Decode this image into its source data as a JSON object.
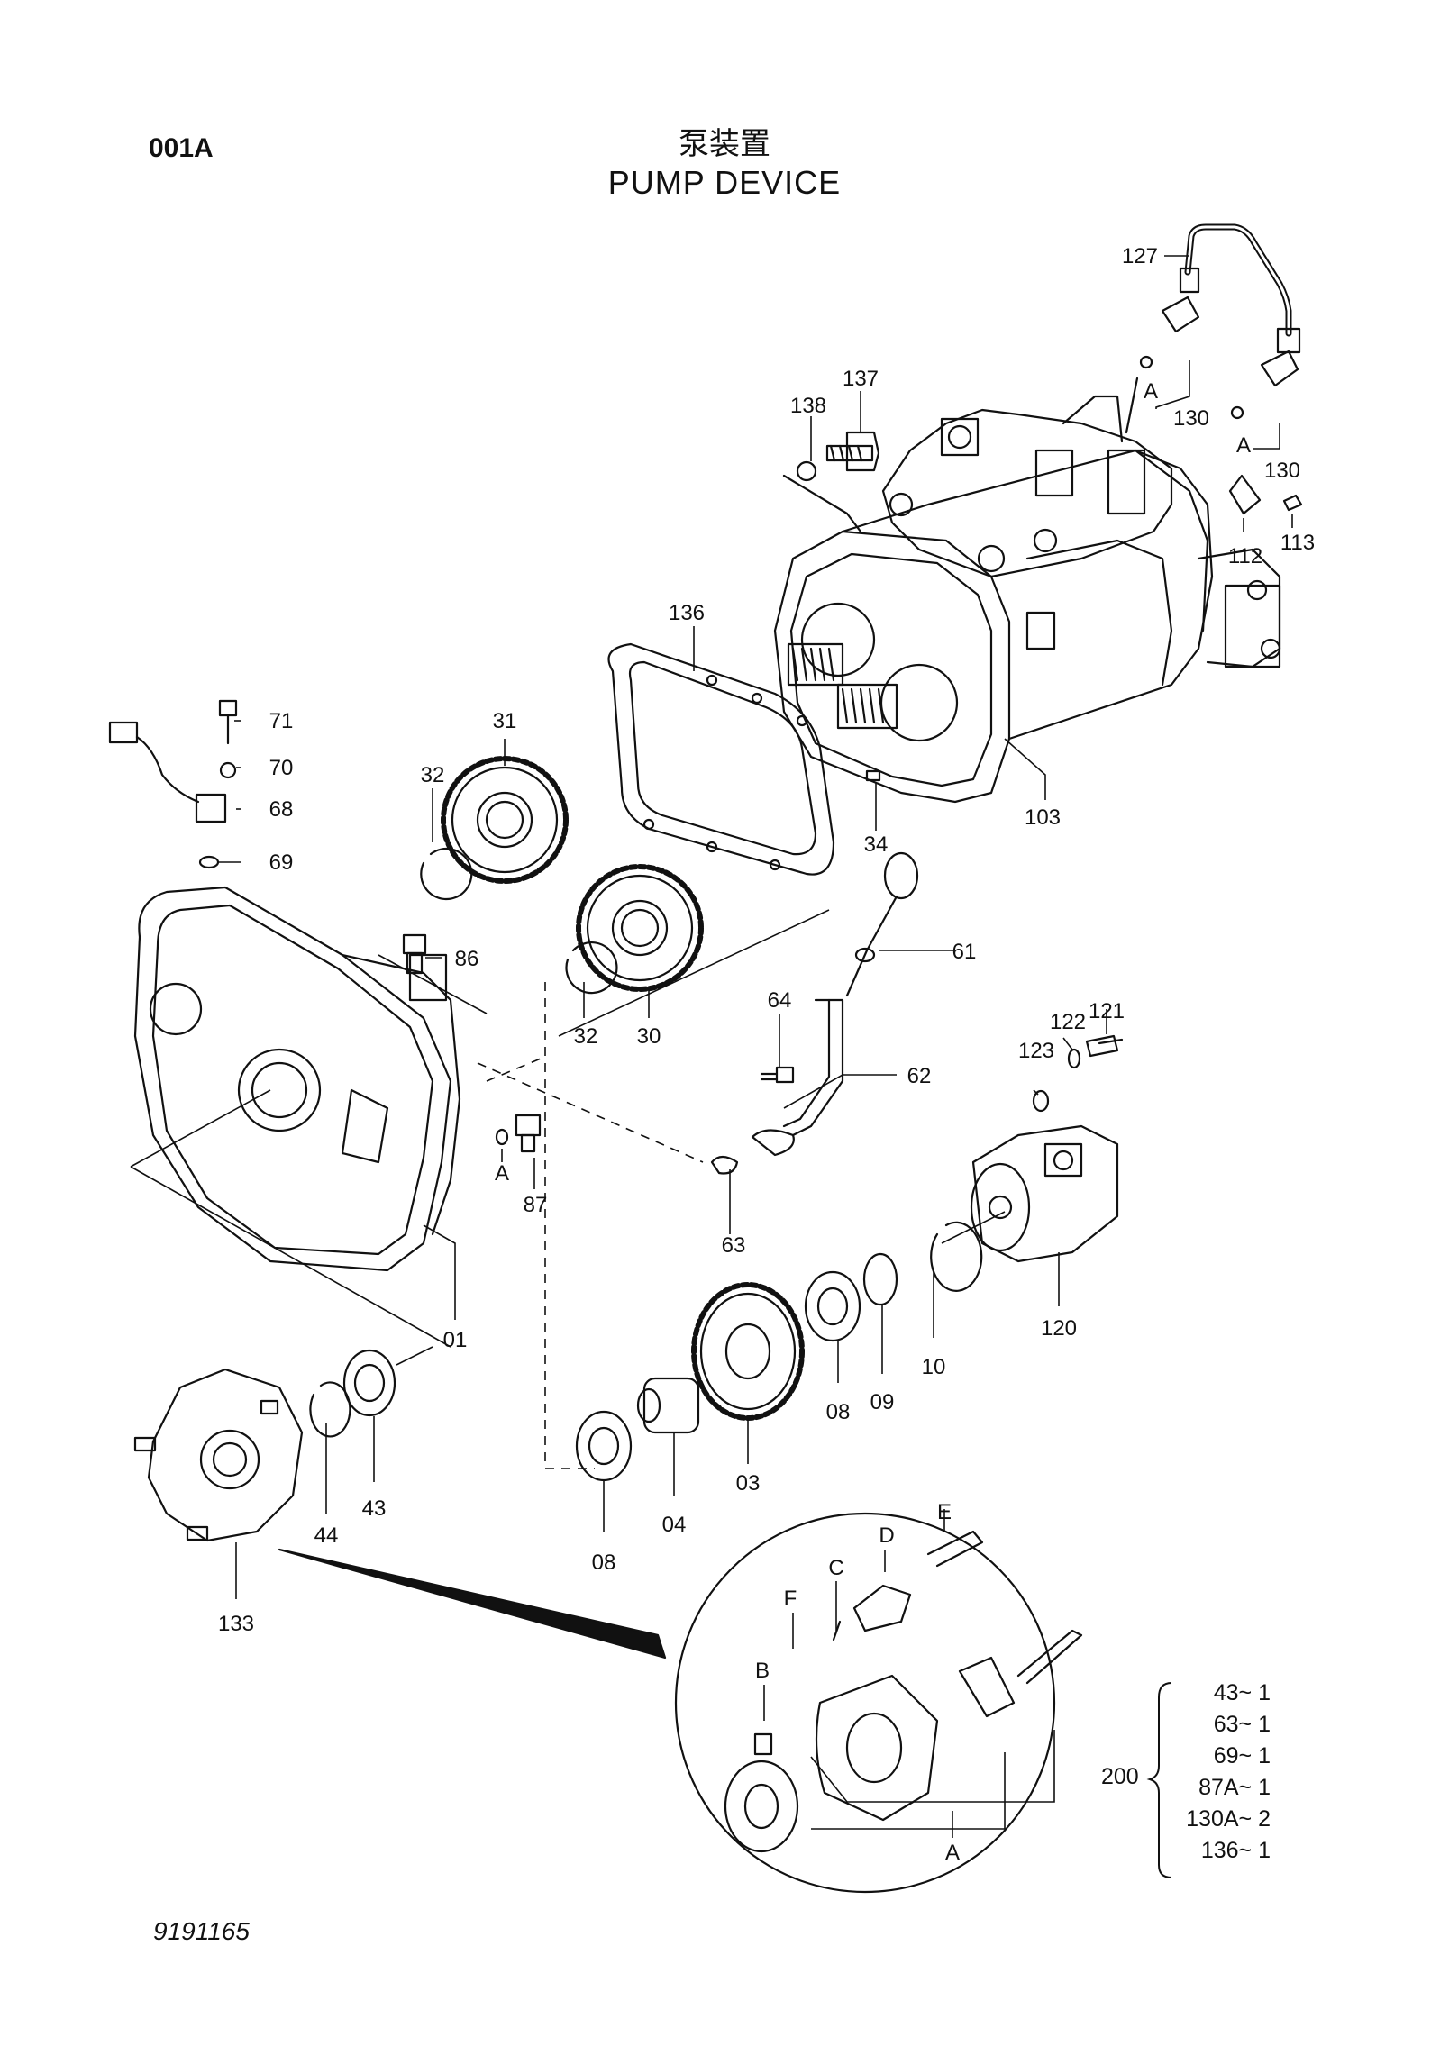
{
  "header": {
    "page_code": "001A",
    "title_cn": "泵装置",
    "title_en": "PUMP DEVICE"
  },
  "parts": [
    {
      "id": "p127",
      "label": "127"
    },
    {
      "id": "p137",
      "label": "137"
    },
    {
      "id": "p138",
      "label": "138"
    },
    {
      "id": "pA1",
      "label": "A"
    },
    {
      "id": "p130a",
      "label": "130"
    },
    {
      "id": "pA2",
      "label": "A"
    },
    {
      "id": "p130b",
      "label": "130"
    },
    {
      "id": "p112",
      "label": "112"
    },
    {
      "id": "p113",
      "label": "113"
    },
    {
      "id": "p136",
      "label": "136"
    },
    {
      "id": "p103",
      "label": "103"
    },
    {
      "id": "p34",
      "label": "34"
    },
    {
      "id": "p71",
      "label": "71"
    },
    {
      "id": "p70",
      "label": "70"
    },
    {
      "id": "p68",
      "label": "68"
    },
    {
      "id": "p69",
      "label": "69"
    },
    {
      "id": "p31",
      "label": "31"
    },
    {
      "id": "p32a",
      "label": "32"
    },
    {
      "id": "p86",
      "label": "86"
    },
    {
      "id": "p32b",
      "label": "32"
    },
    {
      "id": "p30",
      "label": "30"
    },
    {
      "id": "p61",
      "label": "61"
    },
    {
      "id": "p64",
      "label": "64"
    },
    {
      "id": "p62",
      "label": "62"
    },
    {
      "id": "p121",
      "label": "121"
    },
    {
      "id": "p122",
      "label": "122"
    },
    {
      "id": "p123",
      "label": "123"
    },
    {
      "id": "pA3",
      "label": "A"
    },
    {
      "id": "p87",
      "label": "87"
    },
    {
      "id": "p63",
      "label": "63"
    },
    {
      "id": "p01",
      "label": "01"
    },
    {
      "id": "p120",
      "label": "120"
    },
    {
      "id": "p10",
      "label": "10"
    },
    {
      "id": "p09",
      "label": "09"
    },
    {
      "id": "p08a",
      "label": "08"
    },
    {
      "id": "p03",
      "label": "03"
    },
    {
      "id": "p04",
      "label": "04"
    },
    {
      "id": "p08b",
      "label": "08"
    },
    {
      "id": "p44",
      "label": "44"
    },
    {
      "id": "p43",
      "label": "43"
    },
    {
      "id": "p133",
      "label": "133"
    },
    {
      "id": "pE",
      "label": "E"
    },
    {
      "id": "pD",
      "label": "D"
    },
    {
      "id": "pC",
      "label": "C"
    },
    {
      "id": "pF",
      "label": "F"
    },
    {
      "id": "pB",
      "label": "B"
    },
    {
      "id": "pA4",
      "label": "A"
    }
  ],
  "kit": {
    "number": "200",
    "items": [
      "43~  1",
      "63~  1",
      "69~  1",
      "87A~  1",
      "130A~  2",
      "136~  1"
    ]
  },
  "footer": {
    "doc_number": "9191165"
  }
}
